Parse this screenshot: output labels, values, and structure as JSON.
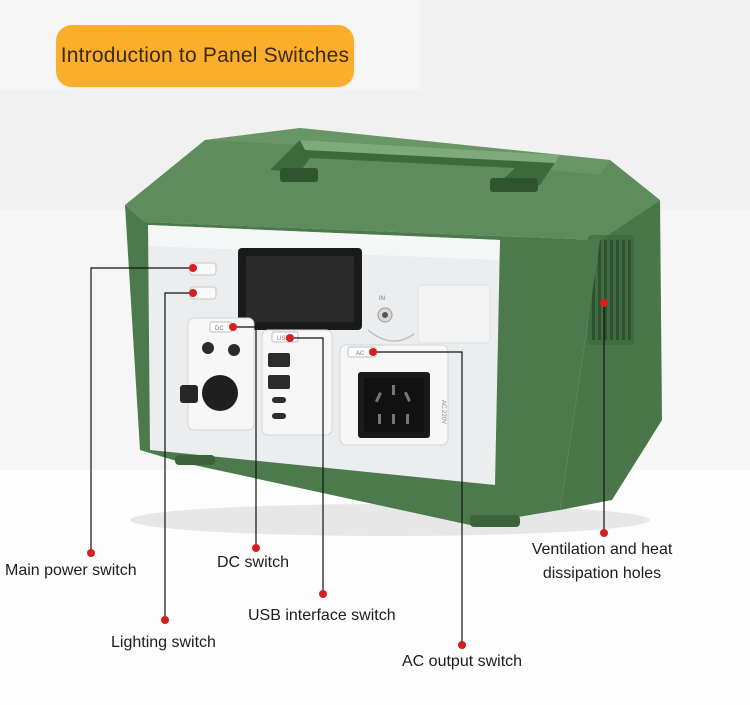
{
  "banner": {
    "title": "Introduction to Panel Switches"
  },
  "callouts": {
    "main_power": "Main power switch",
    "lighting": "Lighting switch",
    "dc": "DC switch",
    "usb": "USB interface switch",
    "ac": "AC output switch",
    "vent_line1": "Ventilation and heat",
    "vent_line2": "dissipation holes"
  },
  "panel_marks": {
    "dc_tag": "DC",
    "usb_tag": "USB",
    "ac_tag": "AC",
    "input_tag": "IN",
    "ac_rating": "AC 220V"
  },
  "colors": {
    "banner": "#fbae2c",
    "casing": "#4d7a4c",
    "casing_dark": "#3b6239",
    "panel": "#ecedee",
    "callout_dot": "#d81e1e",
    "callout_line": "#111111"
  }
}
